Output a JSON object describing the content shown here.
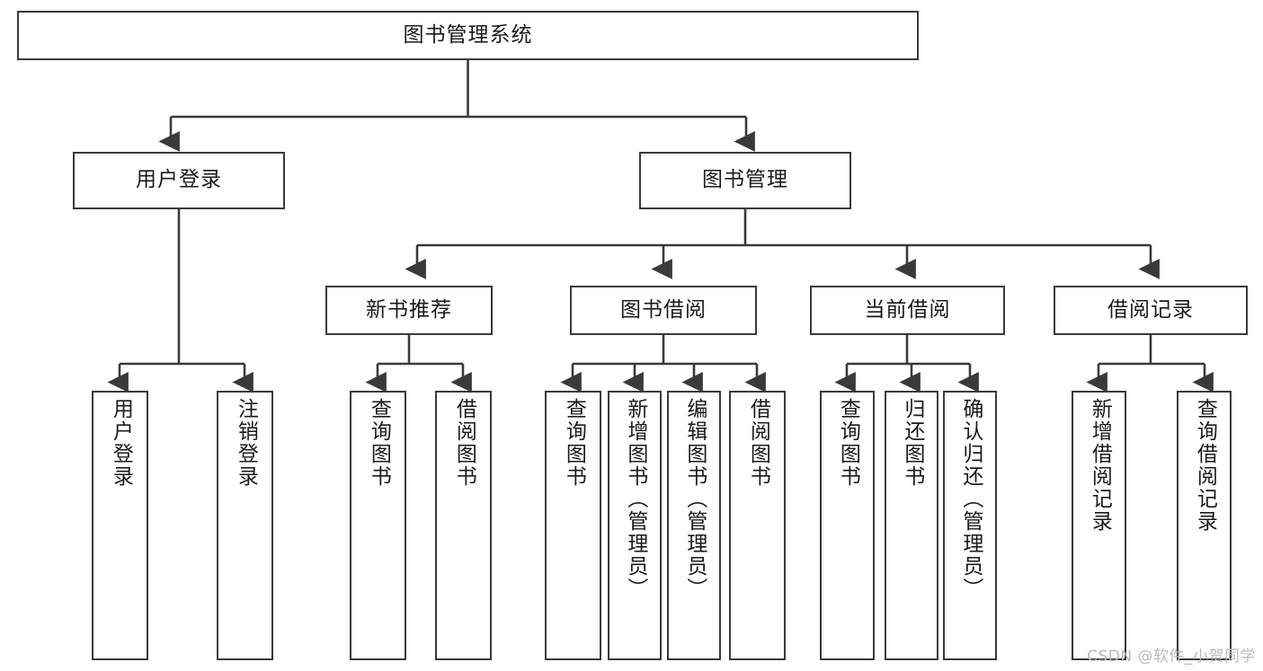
{
  "diagram": {
    "type": "tree",
    "title": "图书管理系统",
    "watermark": "CSDN @软件_小贺同学",
    "style": {
      "box_border_color": "#3a3a3a",
      "box_fill_color": "#ffffff",
      "edge_color": "#3a3a3a",
      "text_color": "#1a1a1a",
      "background": "#ffffff"
    },
    "root": {
      "id": "root",
      "label": "图书管理系统"
    },
    "level2": [
      {
        "id": "user-login",
        "label": "用户登录"
      },
      {
        "id": "book-manage",
        "label": "图书管理"
      }
    ],
    "level3": [
      {
        "id": "new-book-recommend",
        "label": "新书推荐",
        "parent": "book-manage"
      },
      {
        "id": "book-borrow",
        "label": "图书借阅",
        "parent": "book-manage"
      },
      {
        "id": "current-borrow",
        "label": "当前借阅",
        "parent": "book-manage"
      },
      {
        "id": "borrow-record",
        "label": "借阅记录",
        "parent": "book-manage"
      }
    ],
    "leaves": [
      {
        "id": "leaf-user-login",
        "label": "用户登录",
        "parent": "user-login"
      },
      {
        "id": "leaf-logout-login",
        "label": "注销登录",
        "parent": "user-login"
      },
      {
        "id": "leaf-query-book-1",
        "label": "查询图书",
        "parent": "new-book-recommend"
      },
      {
        "id": "leaf-borrow-book-1",
        "label": "借阅图书",
        "parent": "new-book-recommend"
      },
      {
        "id": "leaf-query-book-2",
        "label": "查询图书",
        "parent": "book-borrow"
      },
      {
        "id": "leaf-add-book",
        "label": "新增图书（管理员）",
        "parent": "book-borrow"
      },
      {
        "id": "leaf-edit-book",
        "label": "编辑图书（管理员）",
        "parent": "book-borrow"
      },
      {
        "id": "leaf-borrow-book-2",
        "label": "借阅图书",
        "parent": "book-borrow"
      },
      {
        "id": "leaf-query-book-3",
        "label": "查询图书",
        "parent": "current-borrow"
      },
      {
        "id": "leaf-return-book",
        "label": "归还图书",
        "parent": "current-borrow"
      },
      {
        "id": "leaf-confirm-return",
        "label": "确认归还（管理员）",
        "parent": "current-borrow"
      },
      {
        "id": "leaf-add-record",
        "label": "新增借阅记录",
        "parent": "borrow-record"
      },
      {
        "id": "leaf-query-record",
        "label": "查询借阅记录",
        "parent": "borrow-record"
      }
    ]
  }
}
